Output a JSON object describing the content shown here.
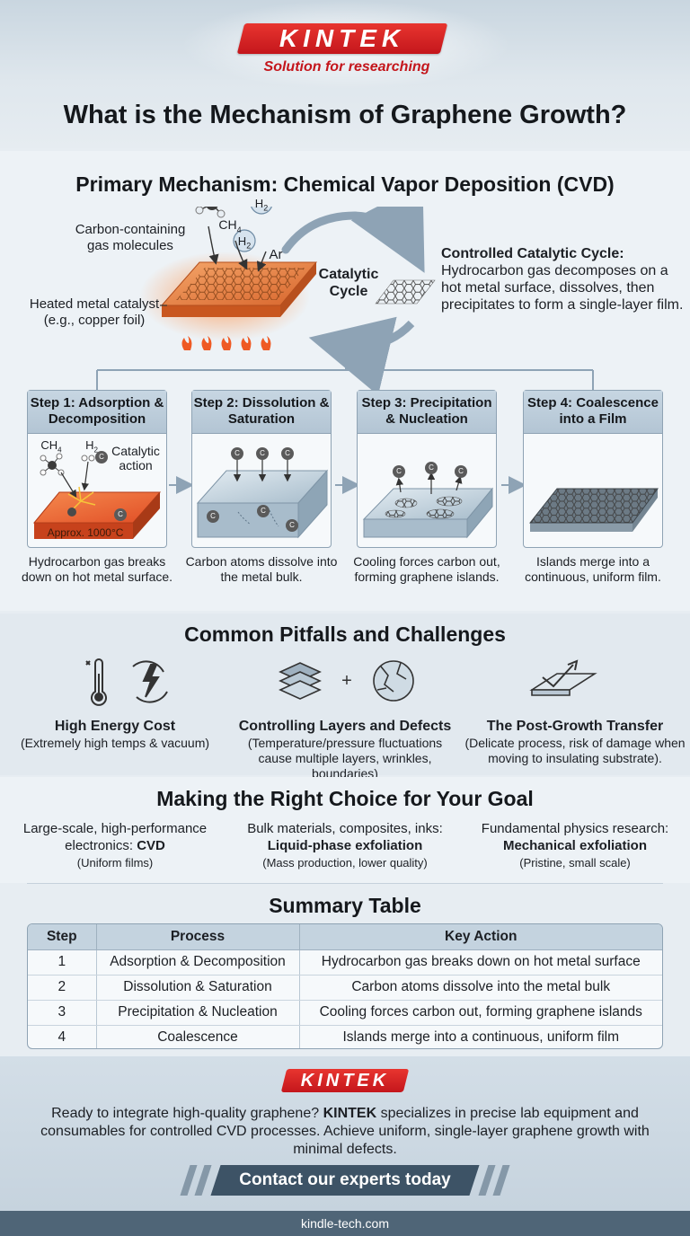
{
  "brand": {
    "name": "KINTEK",
    "tagline": "Solution for researching"
  },
  "title": "What is the Mechanism of Graphene Growth?",
  "cvd": {
    "heading": "Primary Mechanism: Chemical Vapor Deposition (CVD)",
    "gas_label": "Carbon-containing gas molecules",
    "ch4": "CH",
    "ch4_sub": "4",
    "h2": "H",
    "h2_sub": "2",
    "ar": "Ar",
    "catalyst_label": "Heated metal catalyst (e.g., copper foil)",
    "cycle_label": "Catalytic Cycle",
    "cycle_desc_title": "Controlled Catalytic Cycle:",
    "cycle_desc_body": "Hydrocarbon gas decomposes on a hot metal surface, dissolves, then precipitates to form a single-layer film."
  },
  "steps": [
    {
      "title": "Step 1: Adsorption & Decomposition",
      "caption": "Hydrocarbon gas breaks down on hot metal surface.",
      "ch4": "CH",
      "ch4_sub": "4",
      "h2": "H",
      "h2_sub": "2",
      "catalytic": "Catalytic action",
      "temp": "Approx. 1000°C"
    },
    {
      "title": "Step 2: Dissolution & Saturation",
      "caption": "Carbon atoms dissolve into the metal bulk."
    },
    {
      "title": "Step 3: Precipitation & Nucleation",
      "caption": "Cooling forces carbon out, forming graphene islands."
    },
    {
      "title": "Step 4: Coalescence into a Film",
      "caption": "Islands merge into a continuous, uniform film."
    }
  ],
  "atom_letter": "C",
  "pitfalls": {
    "heading": "Common Pitfalls and Challenges",
    "items": [
      {
        "title": "High Energy Cost",
        "sub": "(Extremely high temps & vacuum)"
      },
      {
        "title": "Controlling Layers and Defects",
        "sub": "(Temperature/pressure fluctuations cause multiple layers, wrinkles, boundaries)"
      },
      {
        "title": "The Post-Growth Transfer",
        "sub": "(Delicate process, risk of damage when moving to insulating substrate)."
      }
    ]
  },
  "choice": {
    "heading": "Making the Right Choice for Your Goal",
    "items": [
      {
        "goal": "Large-scale, high-performance electronics:",
        "method": "CVD",
        "note": "(Uniform films)"
      },
      {
        "goal": "Bulk materials, composites, inks:",
        "method": "Liquid-phase exfoliation",
        "note": "(Mass production, lower quality)"
      },
      {
        "goal": "Fundamental physics research:",
        "method": "Mechanical exfoliation",
        "note": "(Pristine, small scale)"
      }
    ]
  },
  "summary": {
    "heading": "Summary Table",
    "columns": [
      "Step",
      "Process",
      "Key Action"
    ],
    "rows": [
      [
        "1",
        "Adsorption & Decomposition",
        "Hydrocarbon gas breaks down on hot metal surface"
      ],
      [
        "2",
        "Dissolution & Saturation",
        "Carbon atoms dissolve into the metal bulk"
      ],
      [
        "3",
        "Precipitation & Nucleation",
        "Cooling forces carbon out, forming graphene islands"
      ],
      [
        "4",
        "Coalescence",
        "Islands merge into a continuous, uniform film"
      ]
    ]
  },
  "footer": {
    "text_before": "Ready to integrate high-quality graphene?",
    "text_brand": "KINTEK",
    "text_after": "specializes in precise lab equipment and consumables for controlled CVD processes. Achieve uniform, single-layer graphene growth with minimal defects.",
    "cta": "Contact our experts today",
    "url": "kindle-tech.com"
  },
  "colors": {
    "brand_red": "#c4161c",
    "header_blue": "#c4d3df",
    "cta_dark": "#3d5366",
    "copper": "#e0703a"
  }
}
